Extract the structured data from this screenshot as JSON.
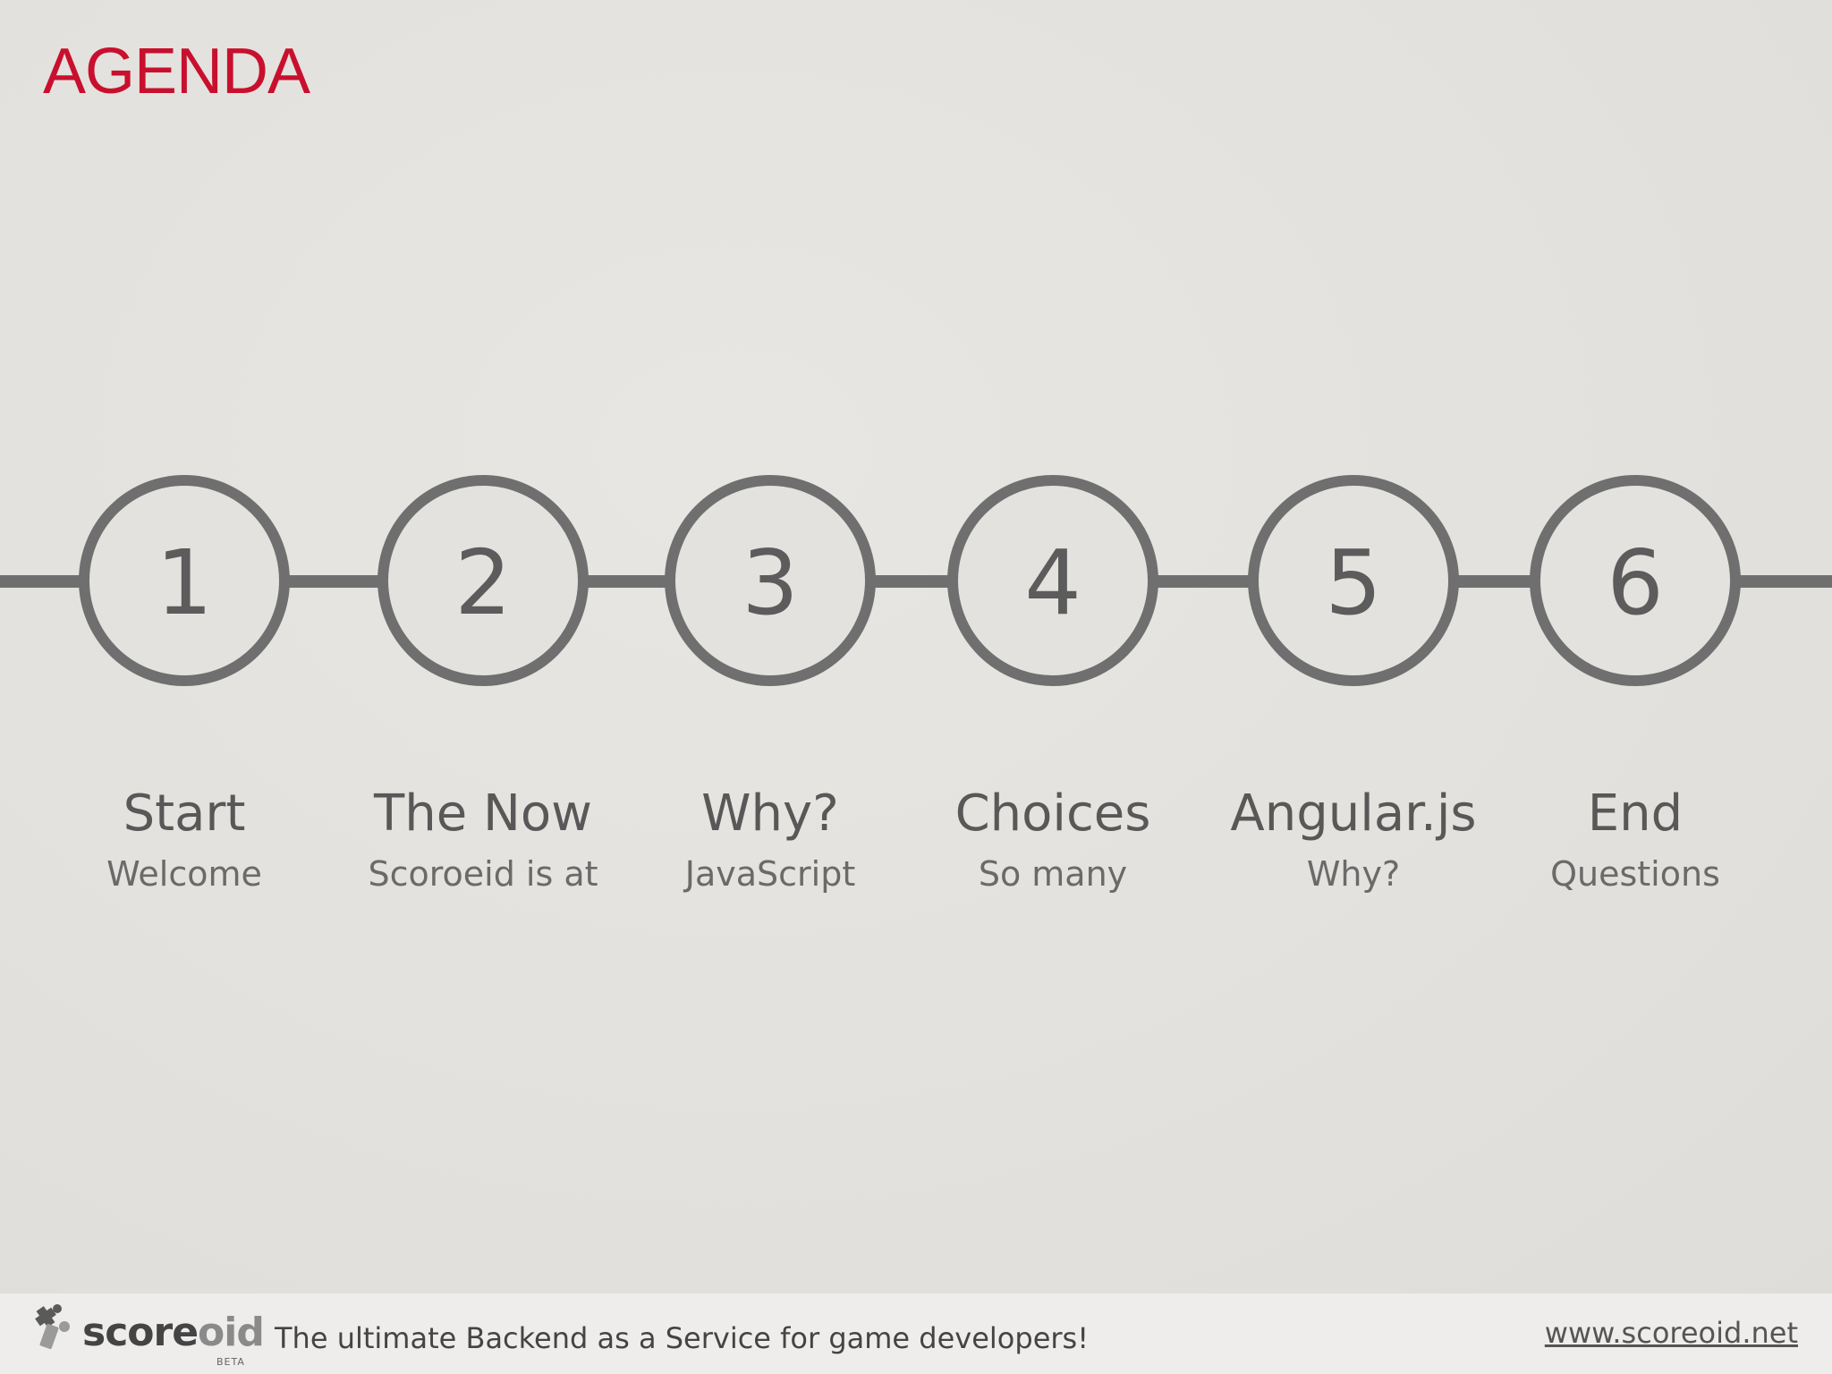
{
  "slide": {
    "title": "AGENDA"
  },
  "steps": [
    {
      "number": "1",
      "label": "Start",
      "sub": "Welcome"
    },
    {
      "number": "2",
      "label": "The Now",
      "sub": "Scoroeid is at"
    },
    {
      "number": "3",
      "label": "Why?",
      "sub": "JavaScript"
    },
    {
      "number": "4",
      "label": "Choices",
      "sub": "So many"
    },
    {
      "number": "5",
      "label": "Angular.js",
      "sub": "Why?"
    },
    {
      "number": "6",
      "label": "End",
      "sub": "Questions"
    }
  ],
  "footer": {
    "logo_main": "score",
    "logo_accent": "oid",
    "beta": "BETA",
    "tagline": "The ultimate Backend as a Service for game developers!",
    "url": "www.scoreoid.net"
  },
  "colors": {
    "title": "#c8102e",
    "timeline": "#6f6f6f",
    "text": "#585858"
  },
  "icons": {
    "logo": "scoreoid-puzzle-icon"
  }
}
